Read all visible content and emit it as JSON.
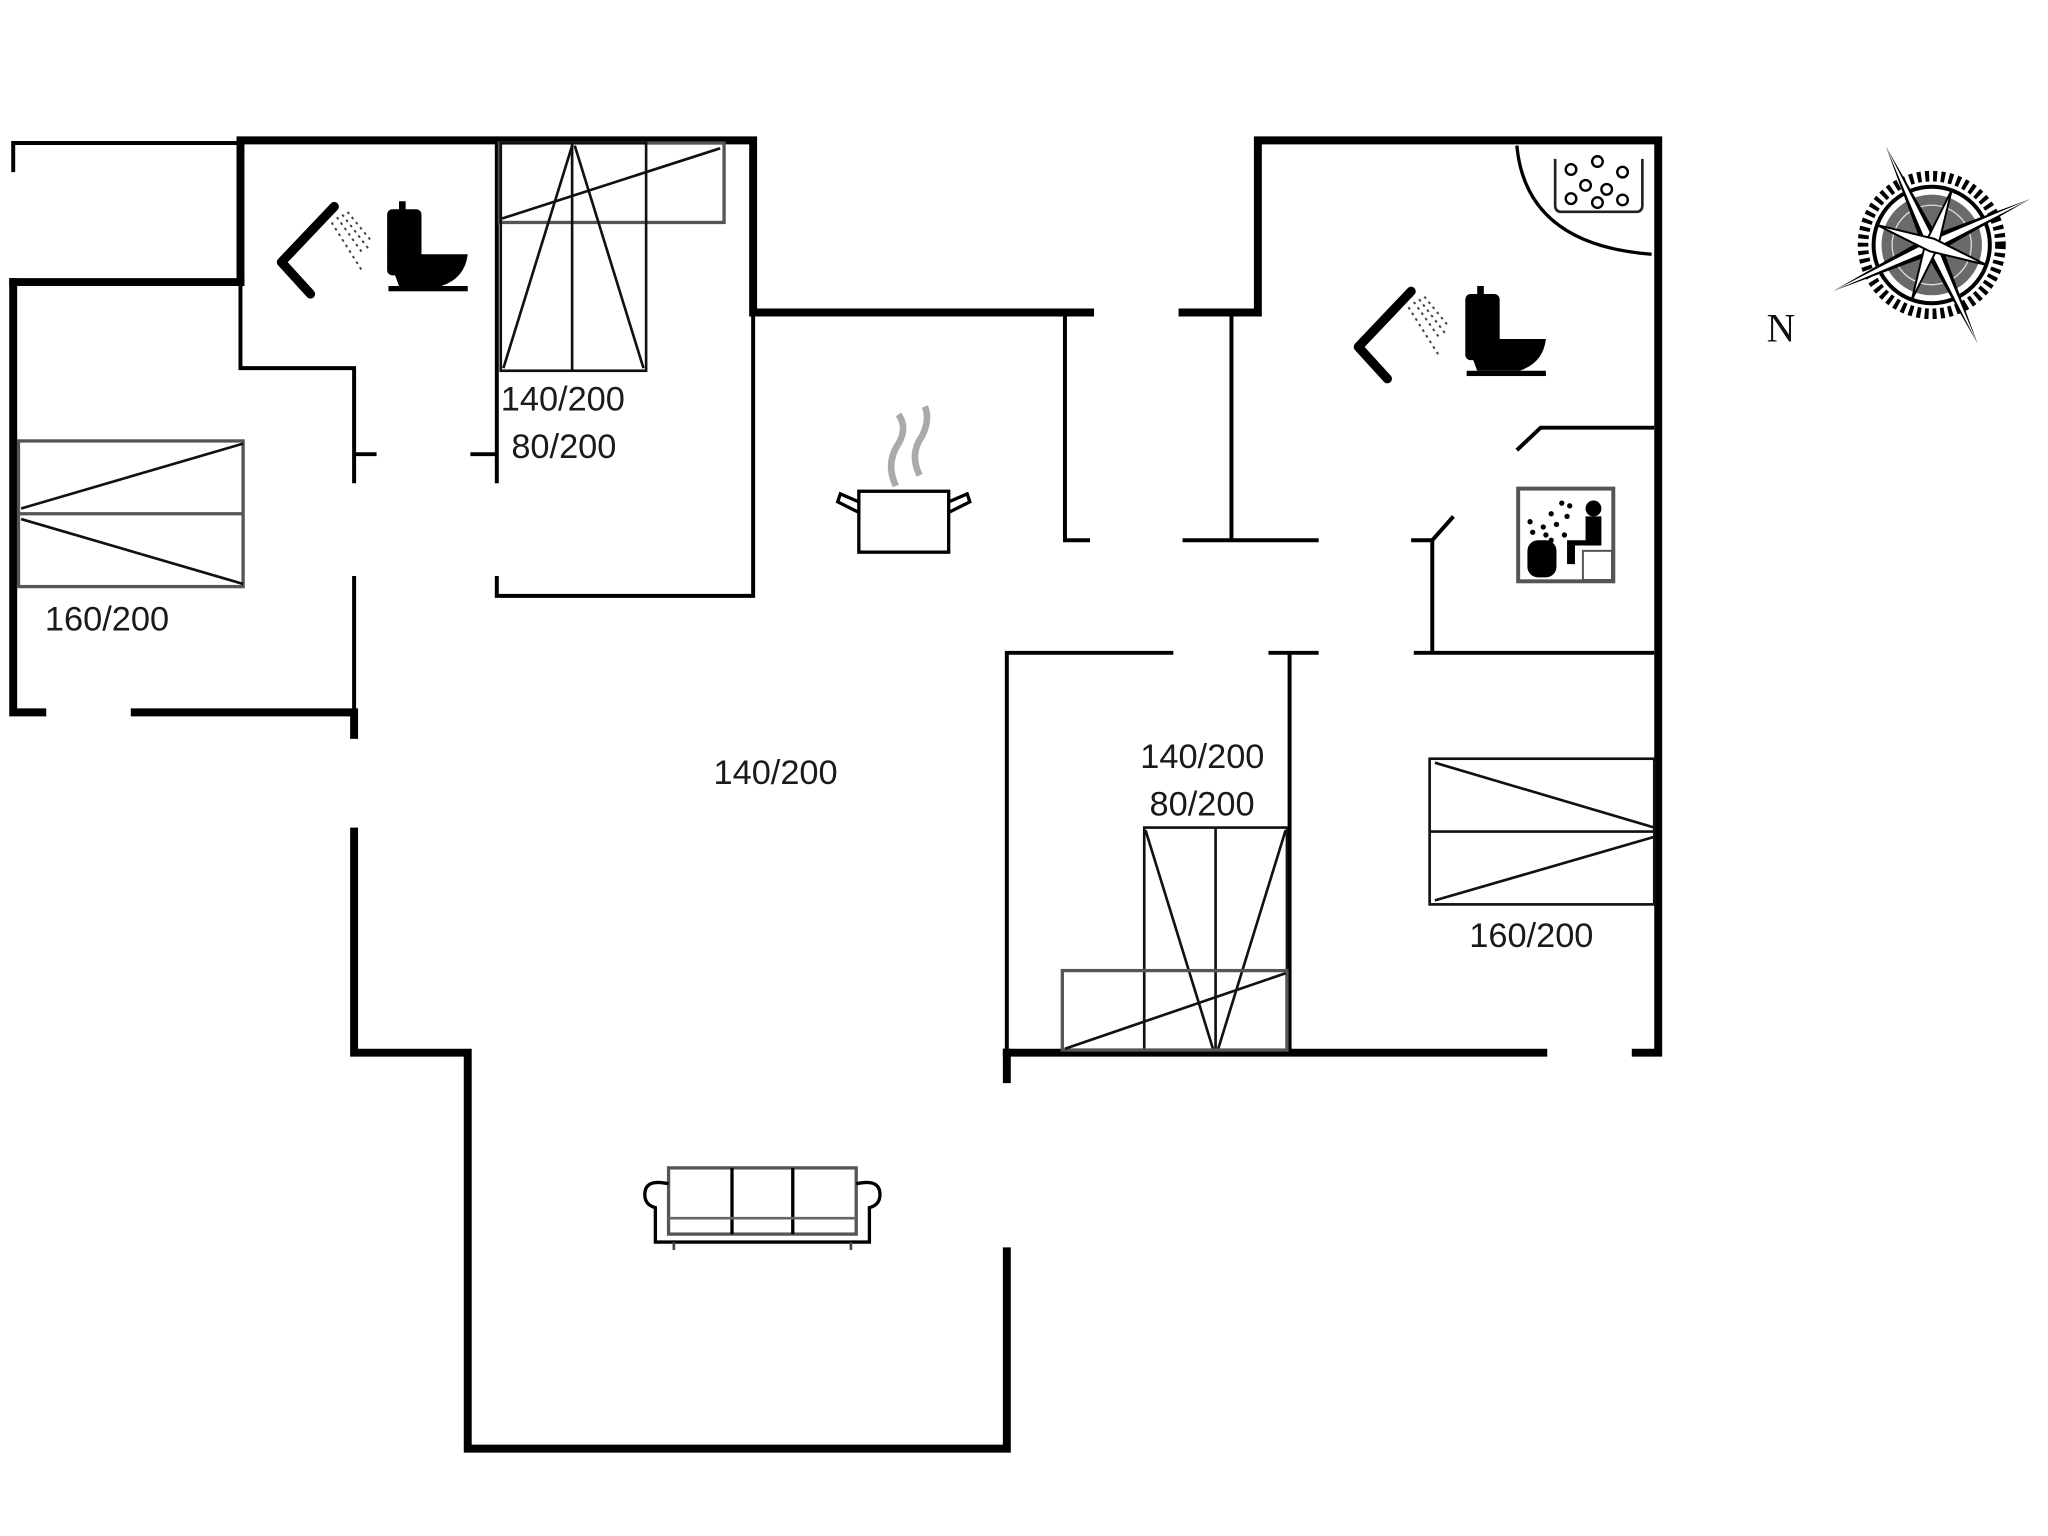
{
  "floor_plan": {
    "colors": {
      "wall": "#000000",
      "background": "#ffffff",
      "label": "#1a1a1a",
      "steam": "#b0b0b0"
    },
    "compass": {
      "north_label": "N",
      "icon": "compass-rose-icon"
    },
    "rooms": [
      {
        "id": "bedroom-west",
        "type": "bedroom",
        "bed_labels": [
          "160/200"
        ]
      },
      {
        "id": "bathroom-west",
        "type": "bathroom",
        "icons": [
          "shower-icon",
          "toilet-icon"
        ]
      },
      {
        "id": "bedroom-north",
        "type": "bedroom",
        "bed_labels": [
          "140/200",
          "80/200"
        ]
      },
      {
        "id": "kitchen",
        "type": "kitchen",
        "icons": [
          "cooking-pot-icon"
        ]
      },
      {
        "id": "living-room",
        "type": "living",
        "bed_labels": [
          "140/200"
        ],
        "icons": [
          "sofa-icon"
        ]
      },
      {
        "id": "bathroom-east",
        "type": "bathroom",
        "icons": [
          "whirlpool-spa-icon",
          "shower-icon",
          "toilet-icon"
        ]
      },
      {
        "id": "sauna",
        "type": "sauna",
        "icons": [
          "sauna-icon"
        ]
      },
      {
        "id": "bedroom-south",
        "type": "bedroom",
        "bed_labels": [
          "140/200",
          "80/200"
        ]
      },
      {
        "id": "bedroom-east",
        "type": "bedroom",
        "bed_labels": [
          "160/200"
        ]
      }
    ],
    "labels": {
      "west_bed": "160/200",
      "north_bed_1": "140/200",
      "north_bed_2": "80/200",
      "living_bed": "140/200",
      "south_bed_1": "140/200",
      "south_bed_2": "80/200",
      "east_bed": "160/200"
    }
  }
}
